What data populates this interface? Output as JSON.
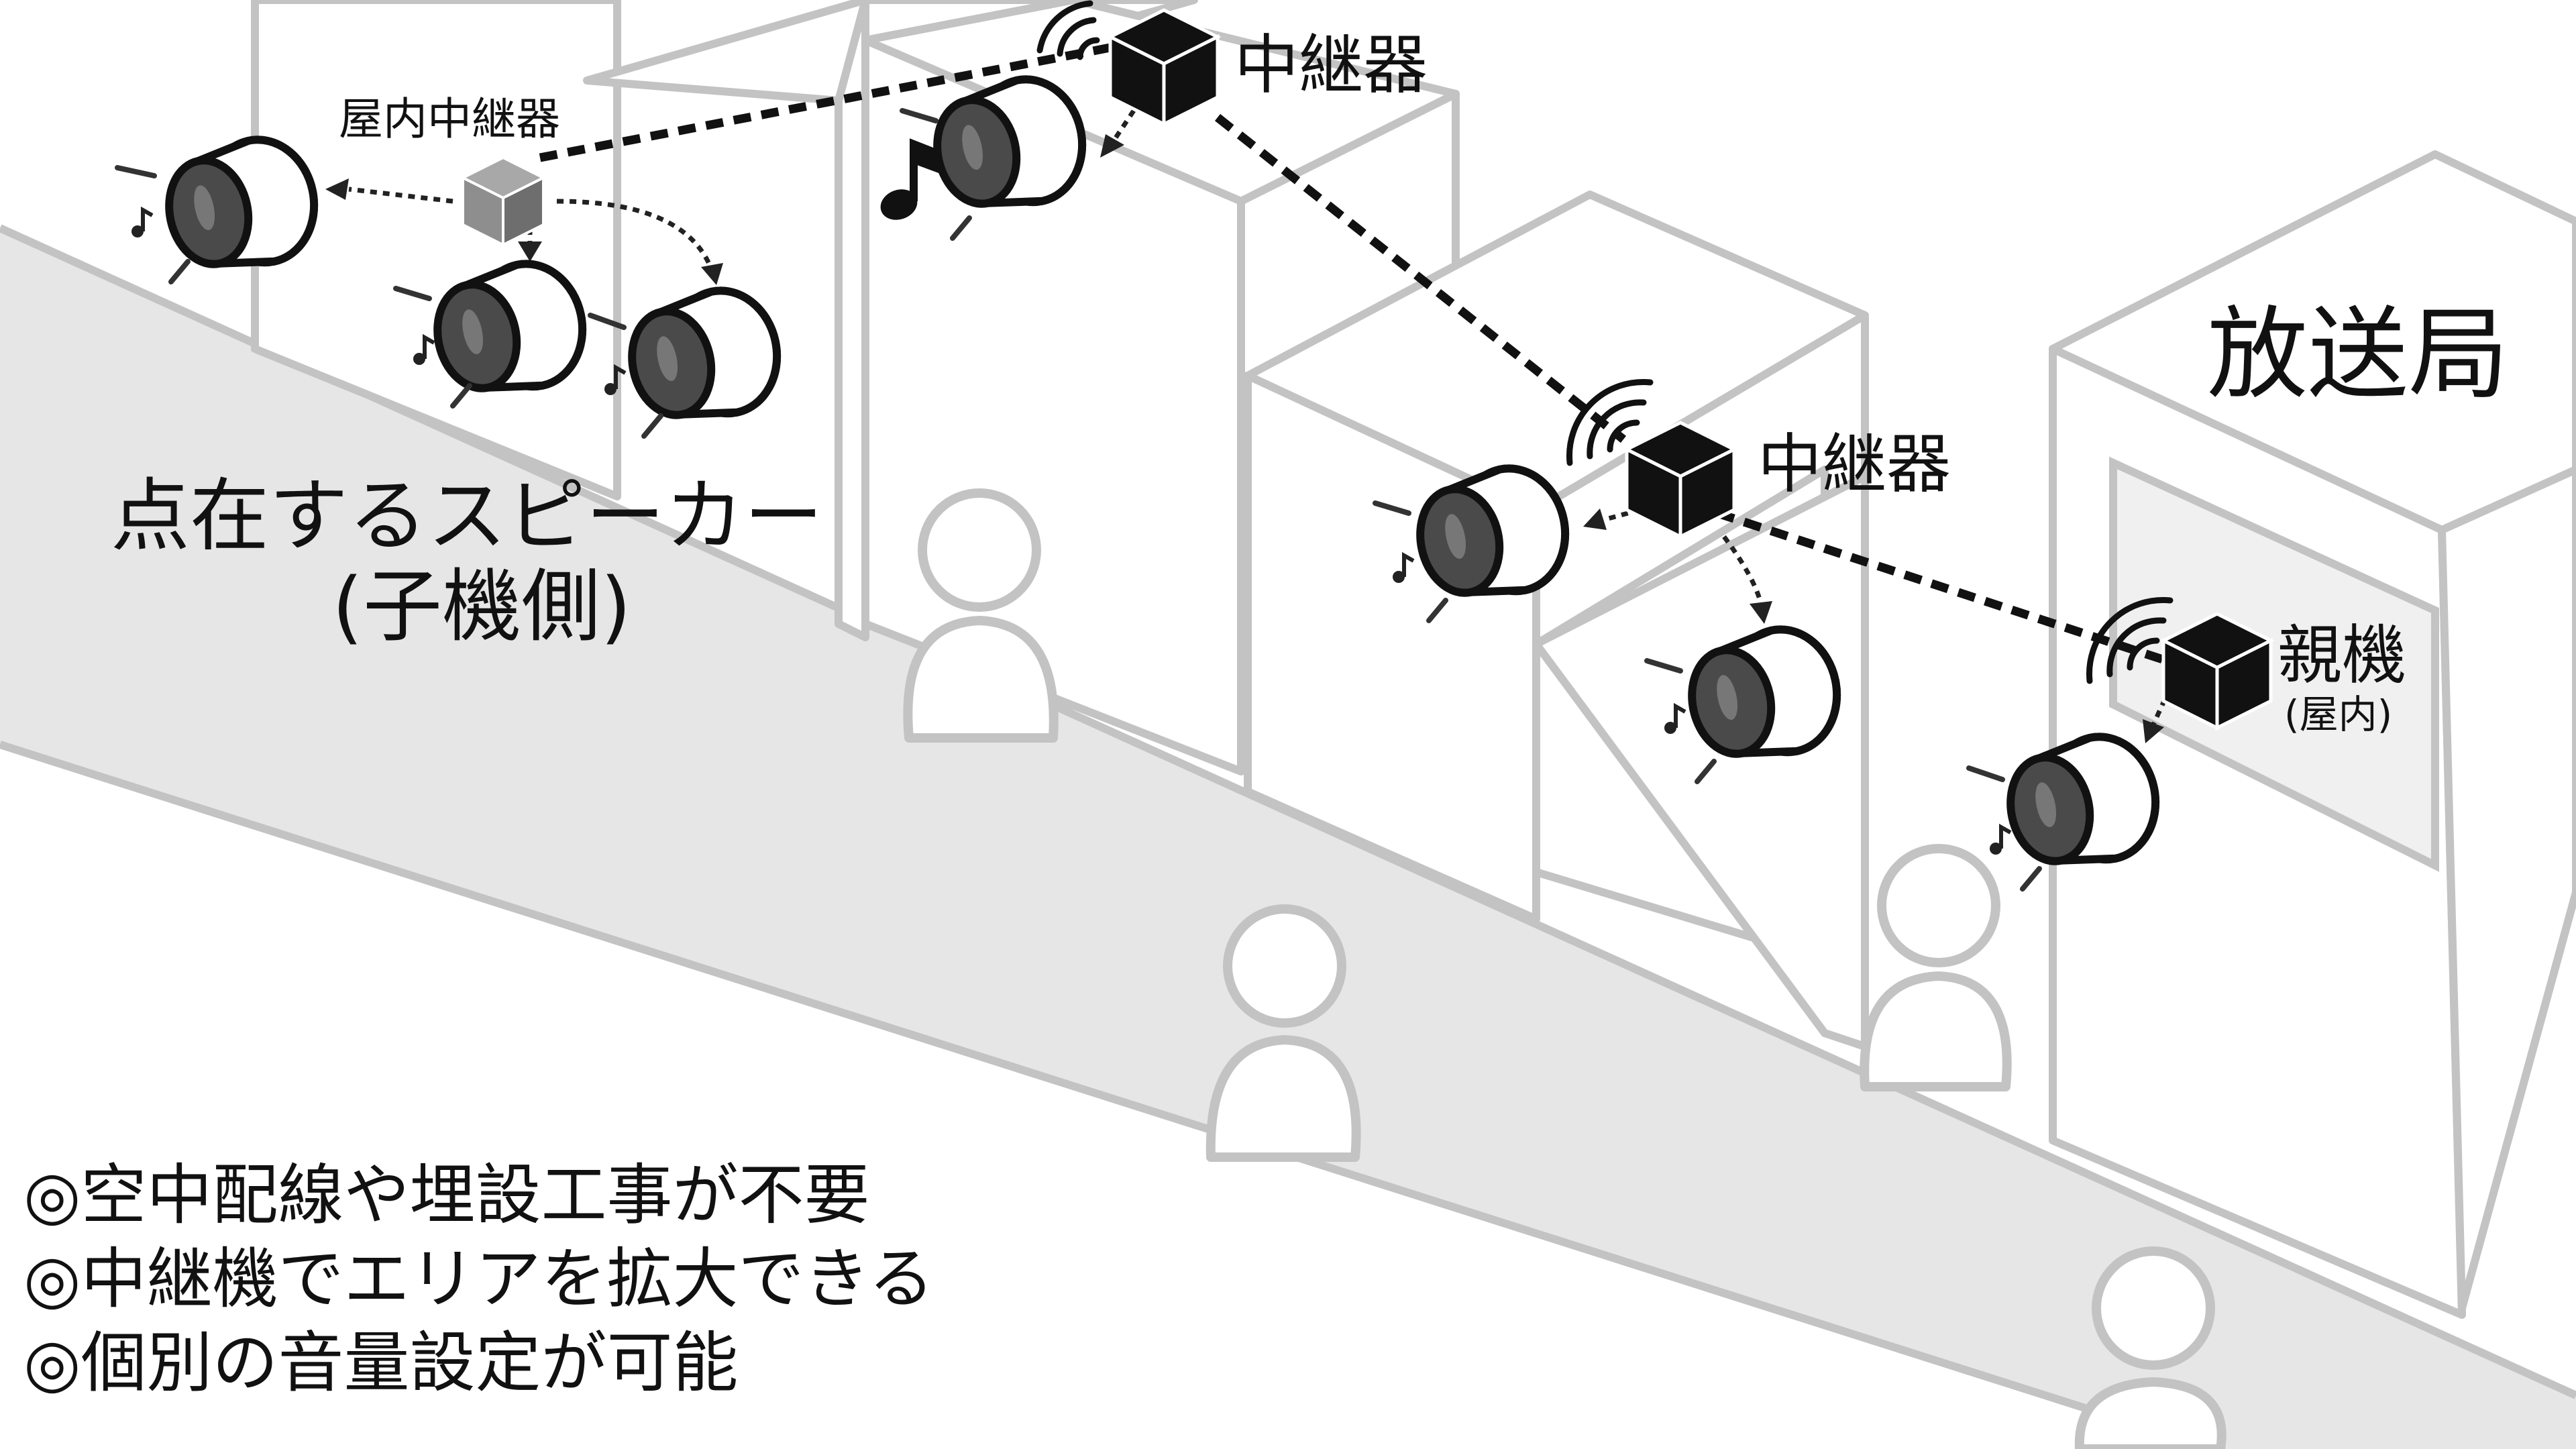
{
  "labels": {
    "broadcast_station": "放送局",
    "master_unit": "親機",
    "master_unit_note": "(屋内)",
    "repeater": "中継器",
    "indoor_repeater": "屋内中継器",
    "scattered_speakers_line1": "点在するスピーカー",
    "scattered_speakers_line2": "(子機側)"
  },
  "benefits": [
    "◎空中配線や埋設工事が不要",
    "◎中継機でエリアを拡大できる",
    "◎個別の音量設定が可能"
  ],
  "colors": {
    "building_line": "#c3c3c3",
    "road": "#e6e6e6",
    "device": "#111111",
    "indoor_repeater": "#8e8e8e",
    "speaker_body": "#4a4a4a"
  },
  "icons": [
    "speaker-icon",
    "repeater-box-icon",
    "wireless-signal-icon",
    "music-note-icon",
    "person-icon"
  ]
}
